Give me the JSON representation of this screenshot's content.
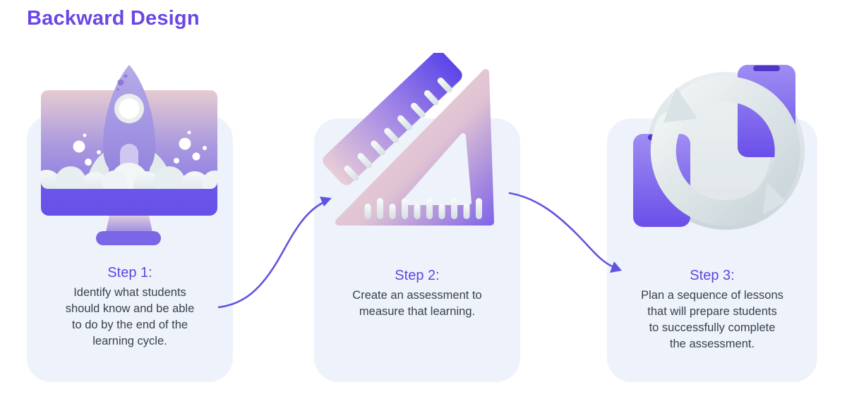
{
  "page": {
    "title": "Backward Design",
    "background": "#ffffff"
  },
  "colors": {
    "title_purple": "#6b46e5",
    "heading_purple": "#5b49e0",
    "body_text": "#39404e",
    "card_background": "#eef2fb",
    "connector_arrow": "#6153e0",
    "illustration_purple": "#6a4fe9",
    "illustration_pink": "#e7ccd4",
    "illustration_silver": "#dde6e9"
  },
  "steps": [
    {
      "heading": "Step 1:",
      "body": "Identify what students\nshould know and be able\nto do by the end of the\nlearning cycle.",
      "illustration": "rocket-launching-from-monitor"
    },
    {
      "heading": "Step 2:",
      "body": "Create an assessment to\nmeasure that learning.",
      "illustration": "ruler-and-set-square"
    },
    {
      "heading": "Step 3:",
      "body": "Plan a sequence of lessons\nthat will prepare students\nto successfully complete\nthe assessment.",
      "illustration": "phones-sync-cycle"
    }
  ],
  "connectors": [
    {
      "name": "arrow-step1-to-step2",
      "direction": "up-right"
    },
    {
      "name": "arrow-step2-to-step3",
      "direction": "down-right"
    }
  ]
}
